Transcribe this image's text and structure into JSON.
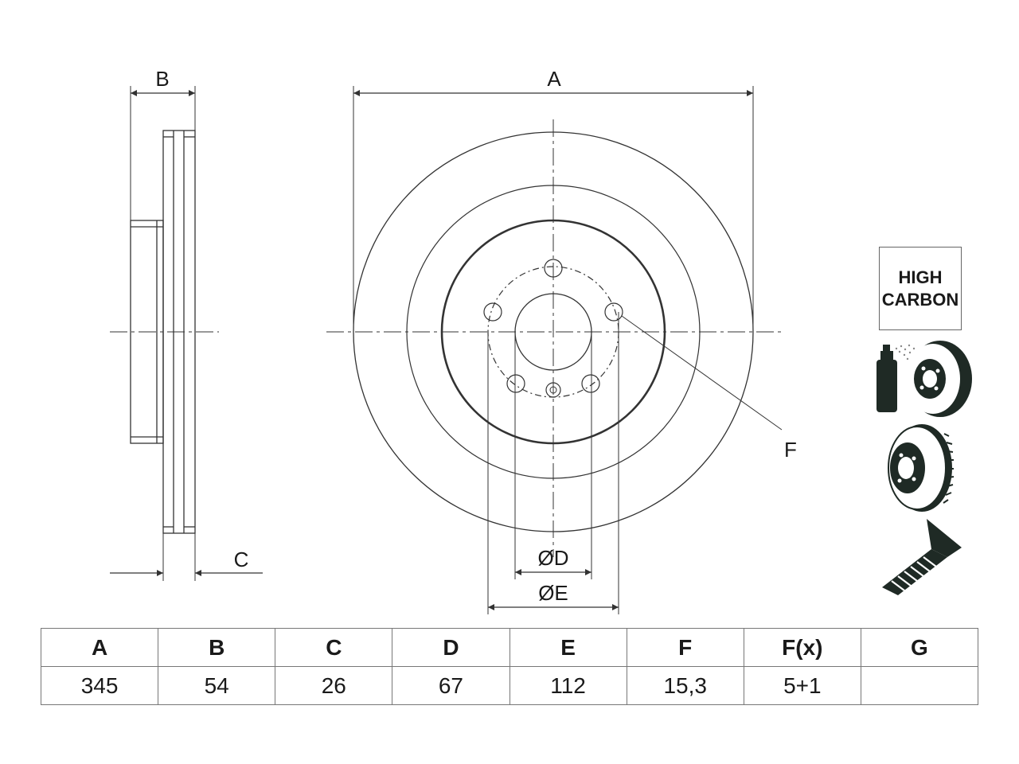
{
  "labels": {
    "A": "A",
    "B": "B",
    "C": "C",
    "F": "F",
    "D": "ØD",
    "E": "ØE"
  },
  "badge": {
    "line1": "HIGH",
    "line2": "CARBON"
  },
  "icons": [
    "coating-icon",
    "vented-disc-icon",
    "screw-icon"
  ],
  "table": {
    "headers": [
      "A",
      "B",
      "C",
      "D",
      "E",
      "F",
      "F(x)",
      "G"
    ],
    "values": [
      "345",
      "54",
      "26",
      "67",
      "112",
      "15,3",
      "5+1",
      ""
    ]
  },
  "colors": {
    "line": "#333333",
    "icon": "#1f2a25"
  }
}
